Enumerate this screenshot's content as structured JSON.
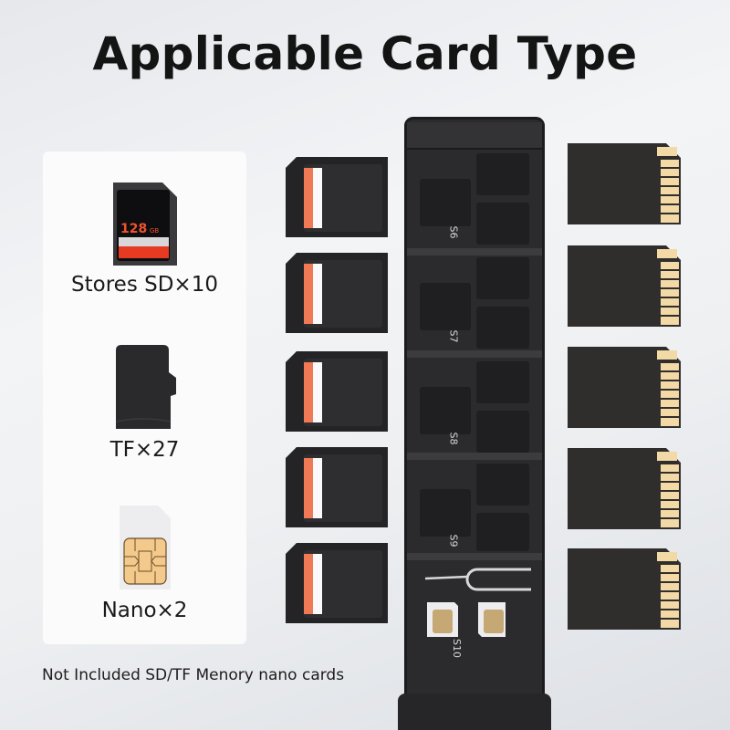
{
  "title": "Applicable Card Type",
  "panel": {
    "items": [
      {
        "icon": "sd-card-icon",
        "label": "Stores SD×10",
        "capacity_text": "128",
        "capacity_unit": "GB"
      },
      {
        "icon": "microsd-card-icon",
        "label": "TF×27"
      },
      {
        "icon": "nano-sim-icon",
        "label": "Nano×2"
      }
    ]
  },
  "footnote": "Not Included SD/TF Menory nano cards",
  "case": {
    "slot_labels": [
      "S6",
      "S7",
      "S8",
      "S9",
      "S10"
    ]
  },
  "colors": {
    "title": "#141414",
    "card_dark": "#2a2a2c",
    "sd_red": "#e8452f",
    "sd_stripe_orange": "#f07a55",
    "contact_gold": "#f2d9a6",
    "sim_chip": "#f0c890"
  }
}
